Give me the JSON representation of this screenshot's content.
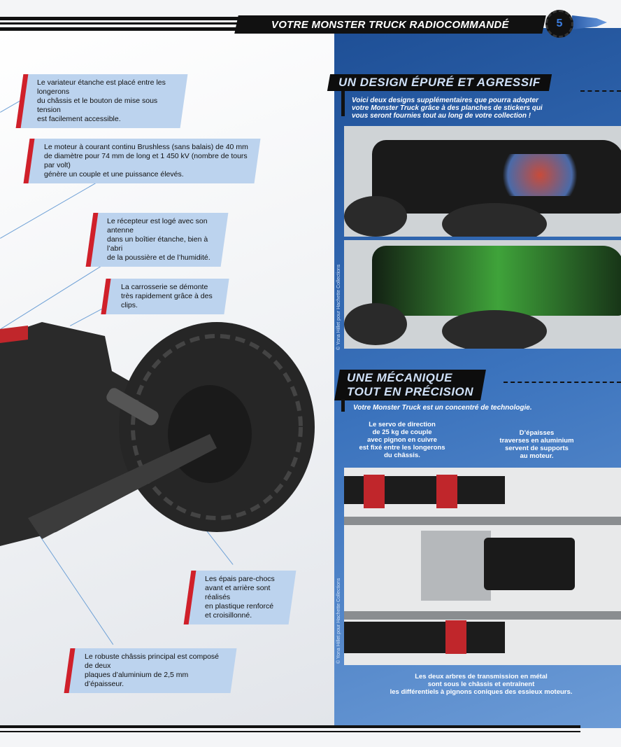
{
  "header": {
    "title": "VOTRE MONSTER TRUCK RADIOCOMMANDÉ",
    "page_number": "5"
  },
  "left_callouts": [
    "Le variateur étanche est placé entre les longerons\n du châssis et le bouton de mise sous tension\nest facilement accessible.",
    "Le moteur à courant continu Brushless (sans balais) de 40 mm\nde diamètre pour 74 mm de long et 1 450 kV (nombre de tours par volt)\ngénère un couple et une puissance élevés.",
    "Le récepteur est logé avec son antenne\ndans un boîtier étanche, bien à l’abri\nde la poussière et de l’humidité.",
    "La carrosserie se démonte\n très rapidement grâce à des clips.",
    "Les épais pare-chocs\navant et arrière sont réalisés\nen plastique renforcé\net croisillonné.",
    "Le robuste châssis principal est composé de deux\nplaques d’aluminium de 2,5 mm d’épaisseur."
  ],
  "design_section": {
    "title": "UN DESIGN ÉPURÉ ET AGRESSIF",
    "intro": "Voici deux designs supplémentaires que pourra adopter\nvotre Monster Truck grâce à des planches de stickers qui\nvous seront fournies tout au long de votre collection !"
  },
  "mechanics_section": {
    "title": "UNE MÉCANIQUE\nTOUT EN PRÉCISION",
    "intro": "Votre Monster Truck est un concentré de technologie.",
    "caption_servo": "Le servo de direction\nde 25 kg de couple\navec pignon en cuivre\nest fixé entre les longerons\ndu châssis.",
    "caption_crossmembers": "D’épaisses\ntraverses en aluminium\nservent de supports\nau moteur.",
    "caption_shafts": "Les deux arbres de transmission en métal\nsont sous le châssis et entraînent\nles différentiels à pignons coniques des essieux moteurs."
  },
  "credits": [
    "© Yona Hillet pour Hachette Collections",
    "© Yona Hillet pour Hachette Collections"
  ],
  "colors": {
    "accent_red": "#d0202a",
    "panel_blue": "#2f66b3",
    "callout_bg": "#bcd3ee"
  }
}
